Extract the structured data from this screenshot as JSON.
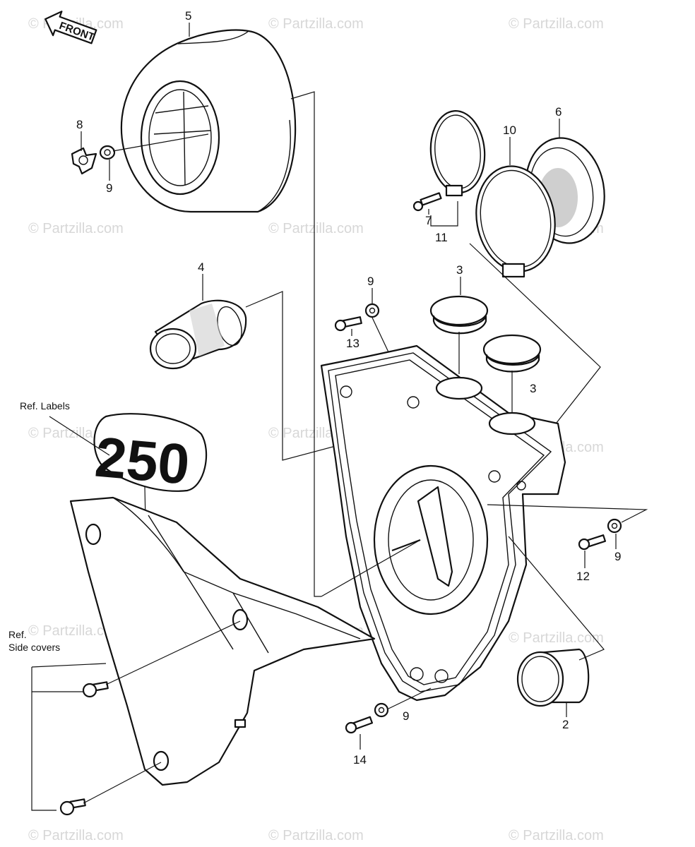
{
  "watermark": "© Partzilla.com",
  "front_arrow": "FRONT",
  "label_250": "250",
  "callouts": {
    "c1": "5",
    "c2": "8",
    "c3": "9",
    "c4": "6",
    "c5": "10",
    "c6": "7",
    "c7": "11",
    "c8": "4",
    "c9": "9",
    "c10": "13",
    "c11": "3",
    "c12": "3",
    "c13": "12",
    "c14": "9",
    "c15": "2",
    "c16": "9",
    "c17": "14"
  },
  "ref_labels": "Ref. Labels",
  "ref_side_covers_1": "Ref.",
  "ref_side_covers_2": "Side covers"
}
